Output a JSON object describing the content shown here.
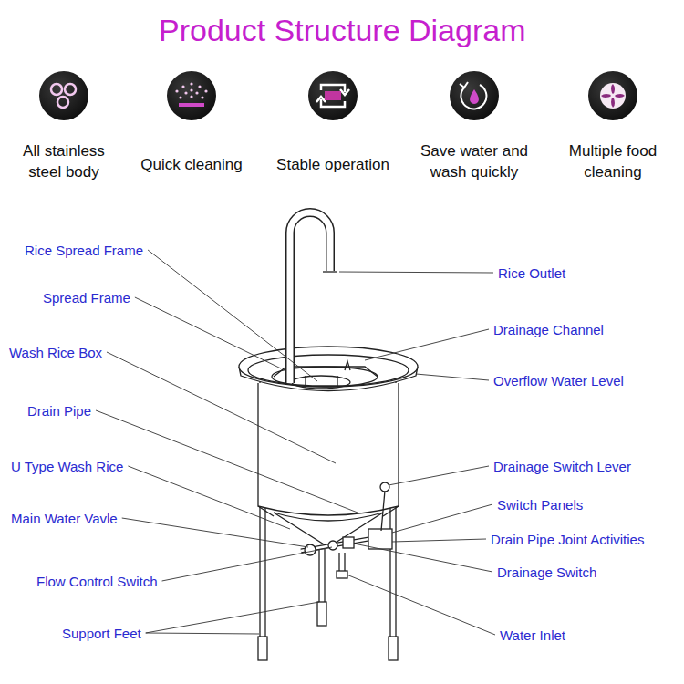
{
  "diagram": {
    "title": "Product Structure Diagram",
    "labels": [
      "All stainless steel body",
      "Quick cleaning",
      "Stable operation",
      "Save water and wash quickly",
      "Multiple food cleaning",
      "Rice Spread Frame",
      "Spread Frame",
      "Wash Rice Box",
      "Drain Pipe",
      "U Type Wash Rice",
      "Main Water Vavle",
      "Flow Control Switch",
      "Support Feet",
      "Rice Outlet",
      "Drainage Channel",
      "Overflow Water Level",
      "Drainage Switch Lever",
      "Switch Panels",
      "Drain Pipe Joint Activities",
      "Drainage Switch",
      "Water Inlet"
    ]
  }
}
